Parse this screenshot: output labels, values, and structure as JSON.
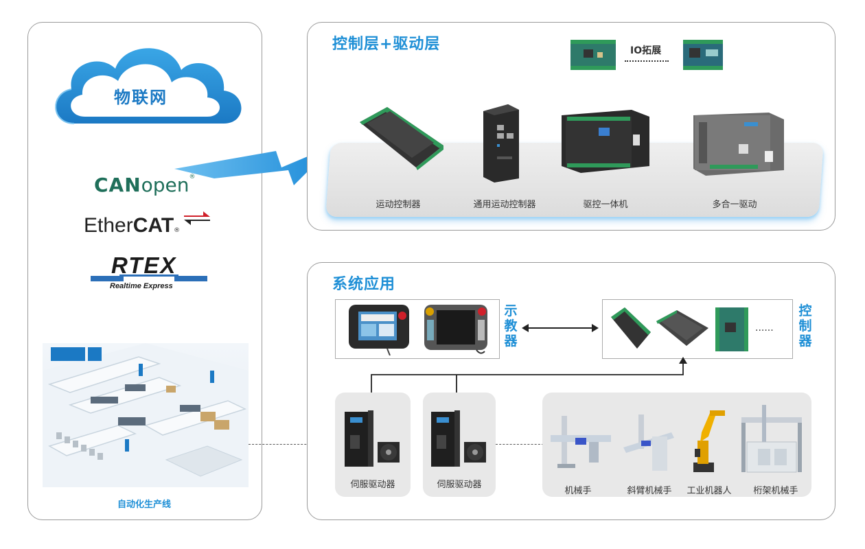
{
  "left_panel": {
    "cloud_label": "物联网",
    "protocols": {
      "canopen_prefix": "CAN",
      "canopen_suffix": "open",
      "ethercat_prefix": "Ether",
      "ethercat_suffix": "CAT",
      "rtex_title": "RTEX",
      "rtex_subtitle": "Realtime Express"
    },
    "factory_label": "自动化生产线"
  },
  "control_panel": {
    "title": "控制层+驱动层",
    "io_label": "IO拓展",
    "products": [
      {
        "label": "运动控制器"
      },
      {
        "label": "通用运动控制器"
      },
      {
        "label": "驱控一体机"
      },
      {
        "label": "多合一驱动"
      }
    ]
  },
  "system_panel": {
    "title": "系统应用",
    "teach_pendant_label": "示教器",
    "controller_label": "控制器",
    "controller_more": "......",
    "servo_drivers": [
      {
        "label": "伺服驱动器"
      },
      {
        "label": "伺服驱动器"
      }
    ],
    "robots": [
      {
        "label": "机械手"
      },
      {
        "label": "斜臂机械手"
      },
      {
        "label": "工业机器人"
      },
      {
        "label": "桁架机械手"
      }
    ]
  },
  "colors": {
    "accent_blue": "#1e8fd6",
    "panel_border": "#9a9a9a",
    "board_green": "#2f9a5a",
    "canopen_green": "#1f6f5a",
    "rtex_blue": "#2b6fb8"
  }
}
